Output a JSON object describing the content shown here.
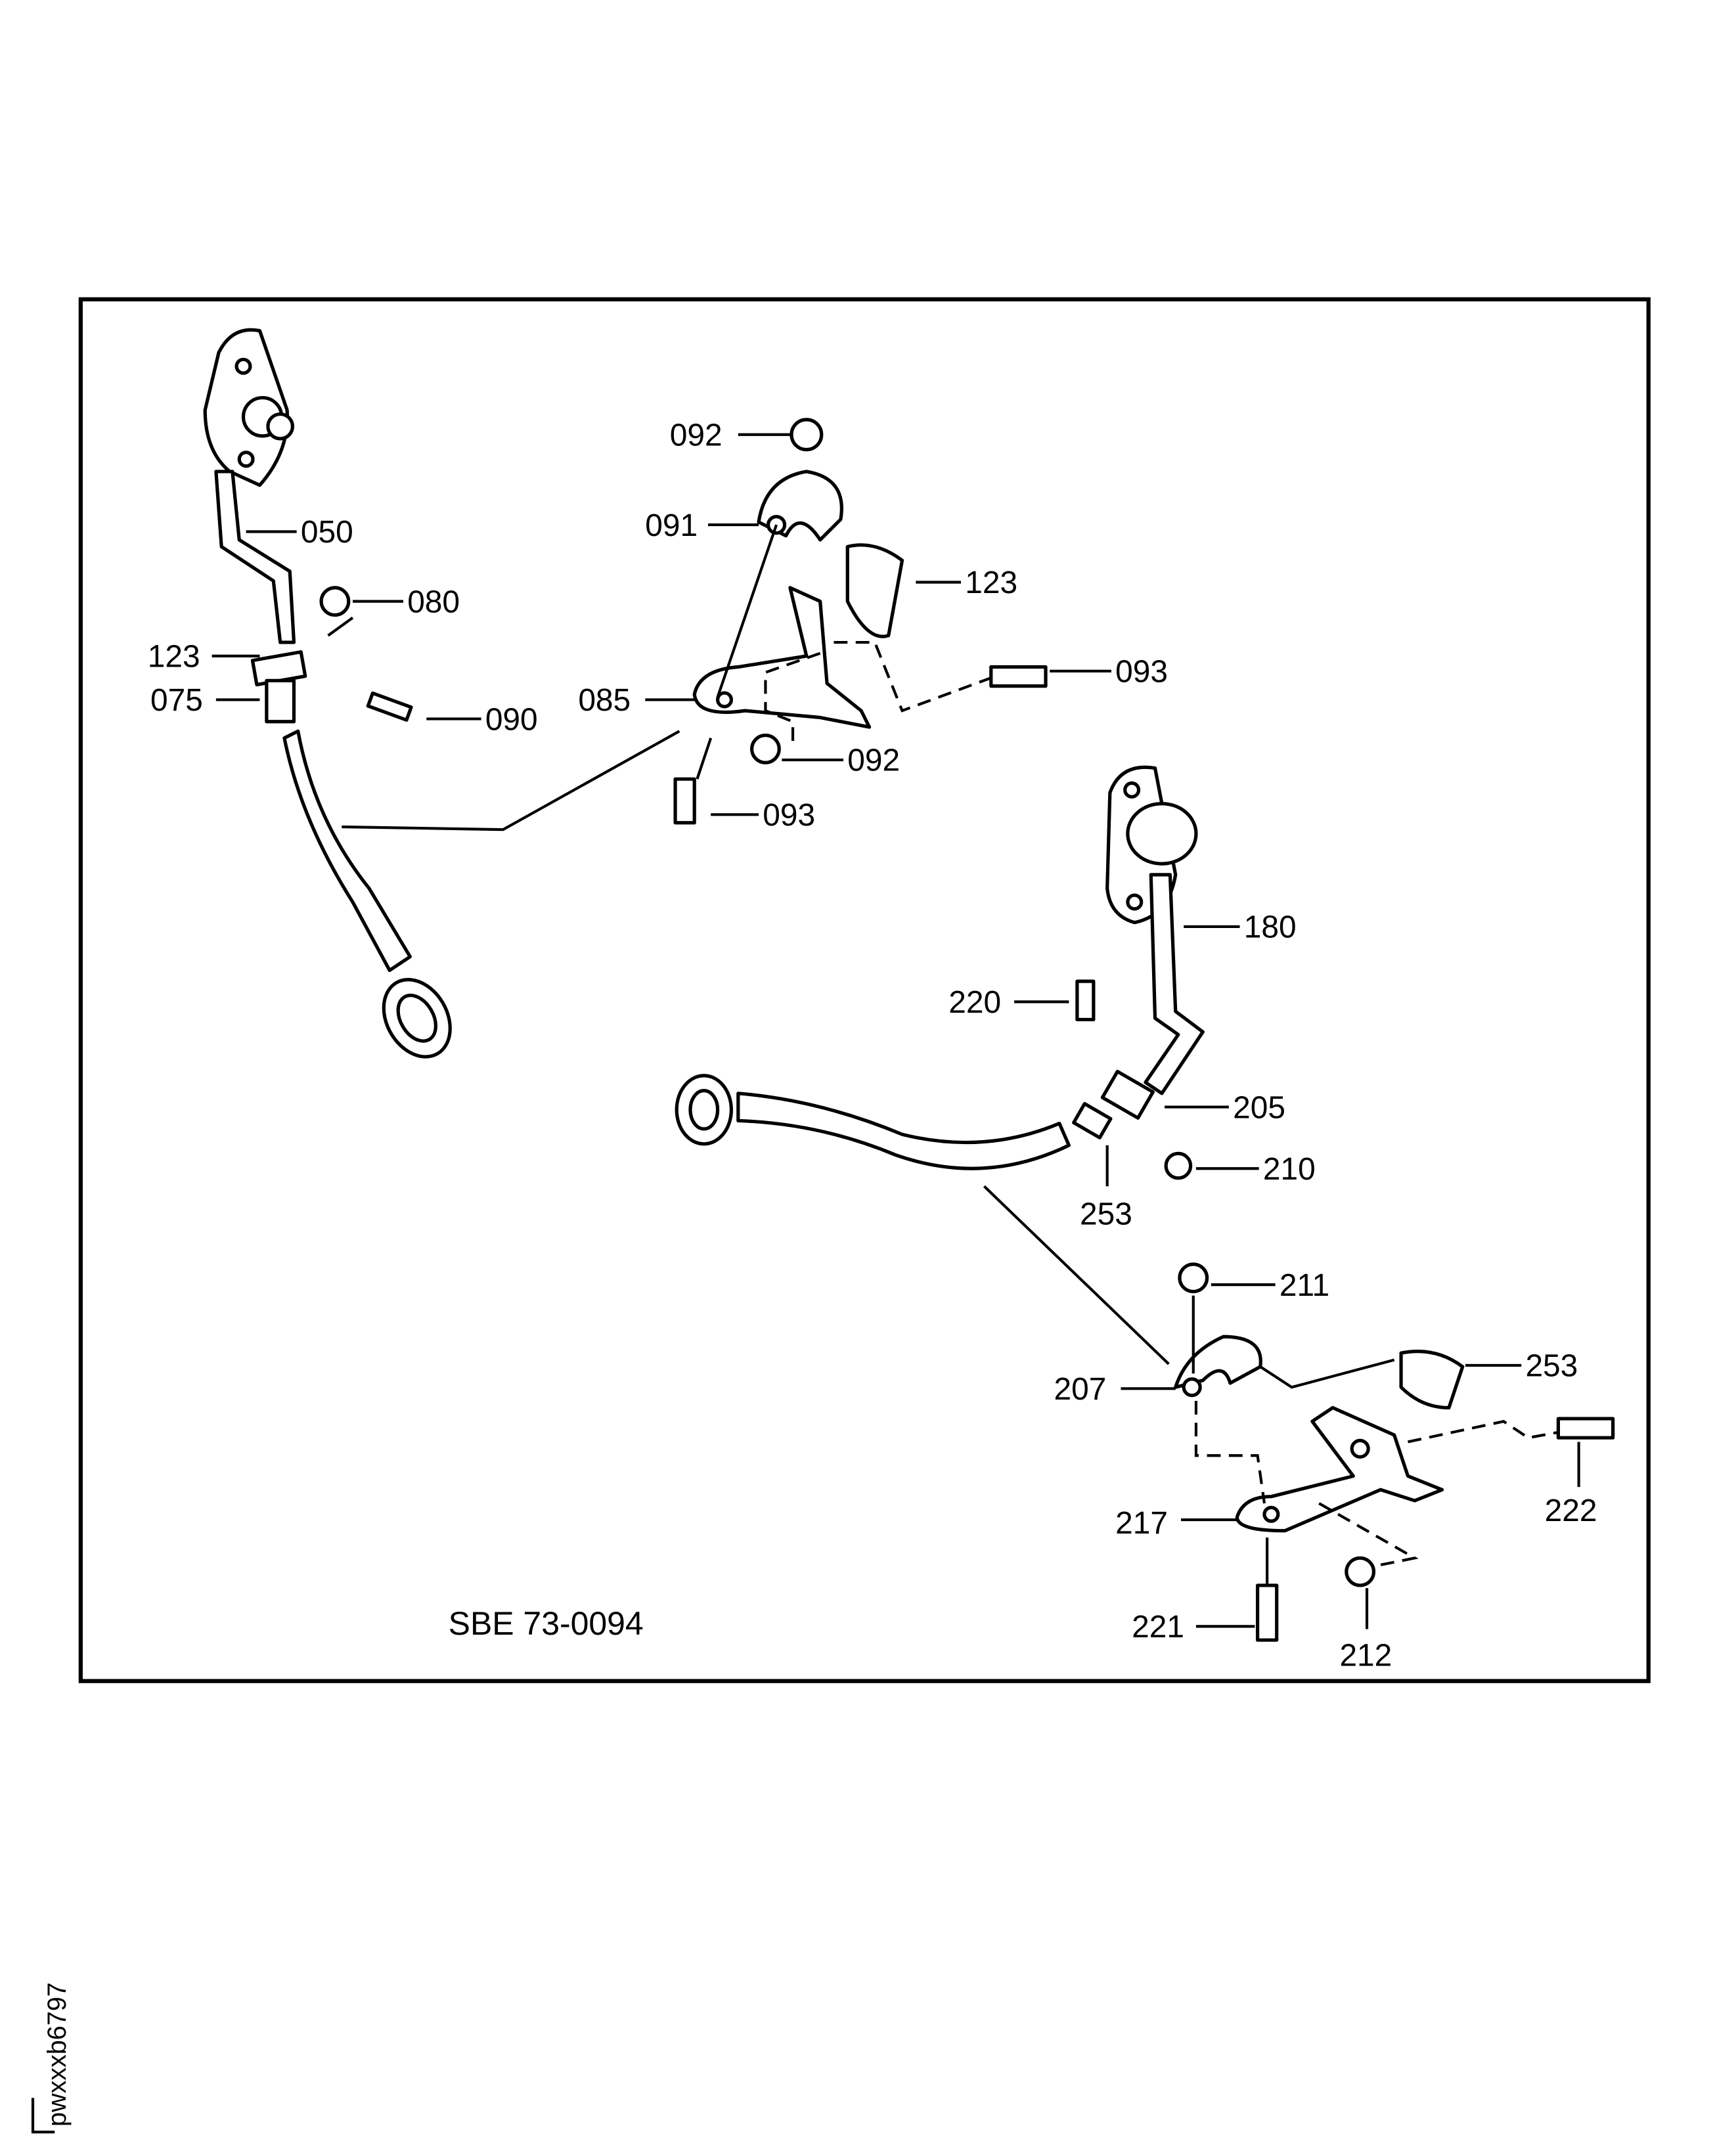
{
  "diagram": {
    "reference": "SBE 73-0094",
    "image_code": "pwxxxb6797",
    "callouts": [
      "092",
      "091",
      "123",
      "080",
      "050",
      "123",
      "075",
      "090",
      "085",
      "093",
      "092",
      "093",
      "180",
      "220",
      "205",
      "210",
      "253",
      "211",
      "253",
      "207",
      "222",
      "217",
      "221",
      "212"
    ]
  }
}
